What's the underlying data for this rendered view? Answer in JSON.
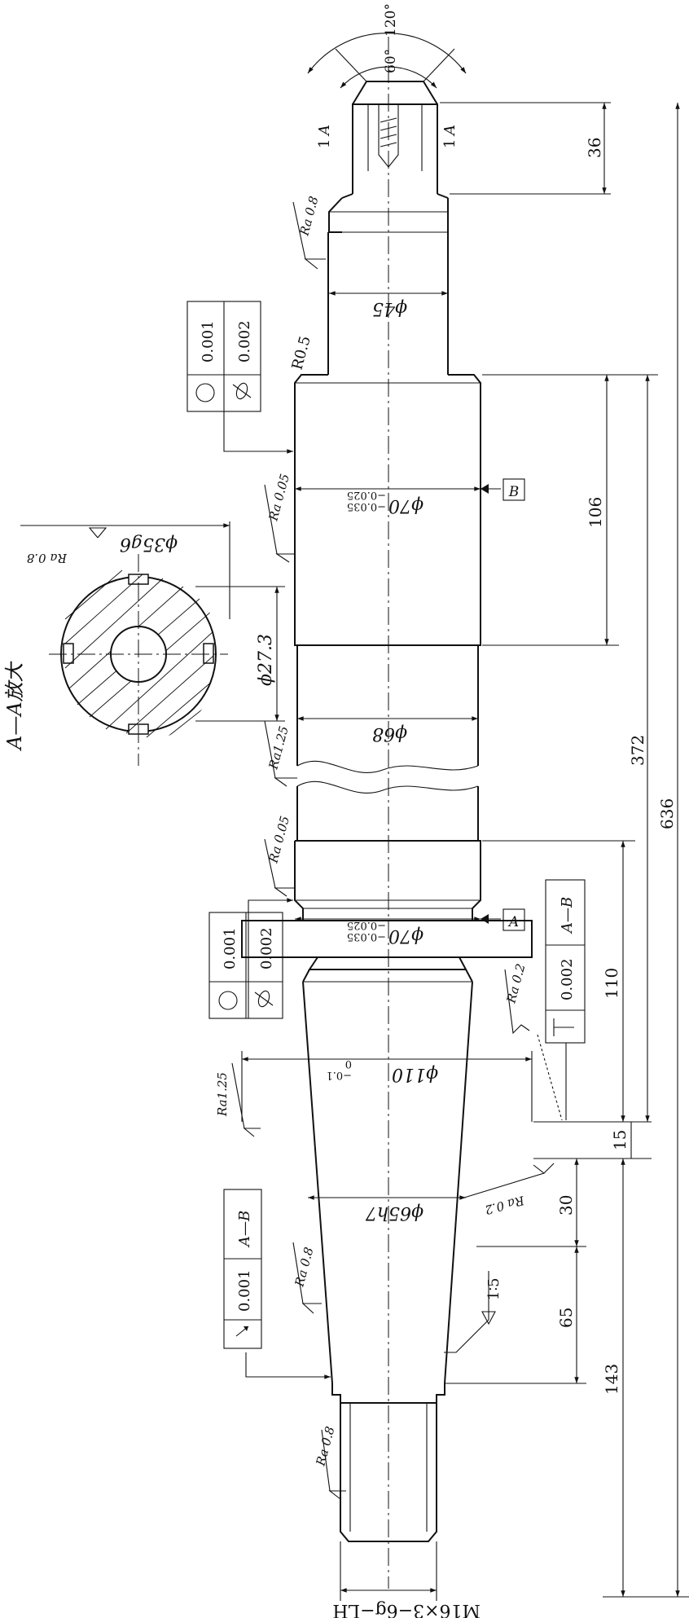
{
  "dims": {
    "angle_60": "60°",
    "angle_120": "120°",
    "len_36": "36",
    "len_106": "106",
    "len_372": "372",
    "len_636": "636",
    "len_110": "110",
    "len_15": "15",
    "len_30": "30",
    "len_65": "65",
    "len_143": "143",
    "dia_45": "ϕ45",
    "dia_70_a": "ϕ70",
    "tol_70_upper": "−0.025",
    "tol_70_lower": "−0.035",
    "dia_68": "ϕ68",
    "dia_110": "ϕ110",
    "tol_110_upper": "0",
    "tol_110_lower": "−0.1",
    "dia_65h7": "ϕ65h7",
    "dia_27_3": "ϕ27.3",
    "dia_35g6": "ϕ35g6",
    "radius_05": "R0.5",
    "thread": "M16×3−6g−LH",
    "taper": "1∶5"
  },
  "section": {
    "mark_left": "A",
    "mark_right": "A",
    "mark_num_left": "1",
    "mark_num_right": "1",
    "title": "A—A放大"
  },
  "roughness": {
    "r1": "Ra 0.8",
    "r2": "Ra 0.05",
    "r3": "Ra1.25",
    "r4": "Ra 0.05",
    "r5": "Ra 0.2",
    "r6": "Ra1.25",
    "r7": "Ra 0.2",
    "r8": "Ra 0.8",
    "r9": "Ra 0.8",
    "r10": "Ra 0.8"
  },
  "tolerance_frames": {
    "top": {
      "circ_value": "0.001",
      "cyl_value": "0.002"
    },
    "mid": {
      "circ_value": "0.001",
      "cyl_value": "0.002"
    },
    "perp": {
      "value": "0.002",
      "datum": "A—B"
    },
    "runout": {
      "value": "0.001",
      "datum": "A—B"
    }
  },
  "datums": {
    "b": "B",
    "a": "A"
  }
}
